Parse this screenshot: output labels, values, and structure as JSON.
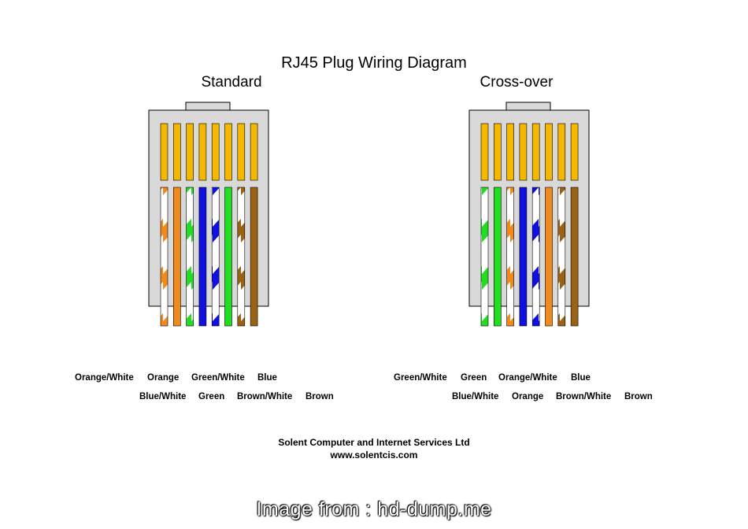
{
  "title": "RJ45 Plug Wiring Diagram",
  "colors": {
    "orange": "#f08a1c",
    "green": "#22dd22",
    "blue": "#1010e0",
    "brown": "#9a6214",
    "white": "#ffffff",
    "contact": "#f5b800",
    "plug_body": "#d9d9d9"
  },
  "plugs": [
    {
      "title": "Standard",
      "wires": [
        "Orange/White",
        "Orange",
        "Green/White",
        "Blue",
        "Blue/White",
        "Green",
        "Brown/White",
        "Brown"
      ],
      "labels_row1": [
        "Orange/White",
        "Orange",
        "Green/White",
        "Blue"
      ],
      "labels_row2": [
        "Blue/White",
        "Green",
        "Brown/White",
        "Brown"
      ]
    },
    {
      "title": "Cross-over",
      "wires": [
        "Green/White",
        "Green",
        "Orange/White",
        "Blue",
        "Blue/White",
        "Orange",
        "Brown/White",
        "Brown"
      ],
      "labels_row1": [
        "Green/White",
        "Green",
        "Orange/White",
        "Blue"
      ],
      "labels_row2": [
        "Blue/White",
        "Orange",
        "Brown/White",
        "Brown"
      ]
    }
  ],
  "footer": {
    "company": "Solent Computer and Internet Services Ltd",
    "url": "www.solentcis.com"
  },
  "watermark": "Image from : hd-dump.me"
}
